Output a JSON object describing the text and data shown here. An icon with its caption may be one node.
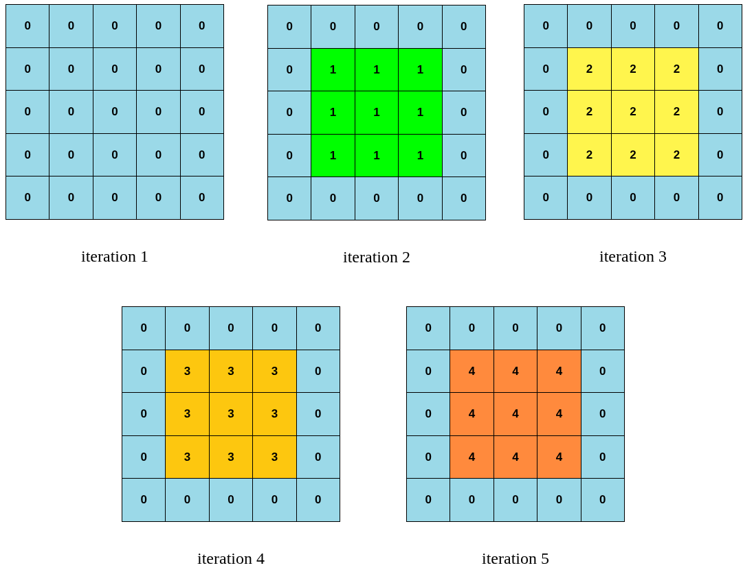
{
  "diagram": {
    "nodes": [
      {
        "text": [
          "iteration 1"
        ]
      },
      {
        "text": [
          "0"
        ],
        "in": 0
      },
      {
        "text": [
          "0"
        ],
        "in": 0
      },
      {
        "text": [
          "0"
        ],
        "in": 0
      },
      {
        "text": [
          "0"
        ],
        "in": 0
      },
      {
        "text": [
          "0"
        ],
        "in": 0
      },
      {
        "text": [
          "0"
        ],
        "in": 0
      },
      {
        "text": [
          "0"
        ],
        "in": 0
      },
      {
        "text": [
          "0"
        ],
        "in": 0
      },
      {
        "text": [
          "0"
        ],
        "in": 0
      },
      {
        "text": [
          "0"
        ],
        "in": 0
      },
      {
        "text": [
          "0"
        ],
        "in": 0
      },
      {
        "text": [
          "0"
        ],
        "in": 0
      },
      {
        "text": [
          "0"
        ],
        "in": 0
      },
      {
        "text": [
          "0"
        ],
        "in": 0
      },
      {
        "text": [
          "0"
        ],
        "in": 0
      },
      {
        "text": [
          "0"
        ],
        "in": 0
      },
      {
        "text": [
          "0"
        ],
        "in": 0
      },
      {
        "text": [
          "0"
        ],
        "in": 0
      },
      {
        "text": [
          "0"
        ],
        "in": 0
      },
      {
        "text": [
          "0"
        ],
        "in": 0
      },
      {
        "text": [
          "0"
        ],
        "in": 0
      },
      {
        "text": [
          "0"
        ],
        "in": 0
      },
      {
        "text": [
          "0"
        ],
        "in": 0
      },
      {
        "text": [
          "0"
        ],
        "in": 0
      },
      {
        "text": [
          "0"
        ],
        "in": 0
      },
      {
        "text": [
          "iteration 2"
        ]
      },
      {
        "text": [
          "0"
        ],
        "in": 26
      },
      {
        "text": [
          "0"
        ],
        "in": 26
      },
      {
        "text": [
          "0"
        ],
        "in": 26
      },
      {
        "text": [
          "0"
        ],
        "in": 26
      },
      {
        "text": [
          "0"
        ],
        "in": 26
      },
      {
        "text": [
          "0"
        ],
        "in": 26
      },
      {
        "text": [
          "1"
        ],
        "in": 26
      },
      {
        "text": [
          "1"
        ],
        "in": 26
      },
      {
        "text": [
          "1"
        ],
        "in": 26
      },
      {
        "text": [
          "0"
        ],
        "in": 26
      },
      {
        "text": [
          "0"
        ],
        "in": 26
      },
      {
        "text": [
          "1"
        ],
        "in": 26
      },
      {
        "text": [
          "1"
        ],
        "in": 26
      },
      {
        "text": [
          "1"
        ],
        "in": 26
      },
      {
        "text": [
          "0"
        ],
        "in": 26
      },
      {
        "text": [
          "0"
        ],
        "in": 26
      },
      {
        "text": [
          "1"
        ],
        "in": 26
      },
      {
        "text": [
          "1"
        ],
        "in": 26
      },
      {
        "text": [
          "1"
        ],
        "in": 26
      },
      {
        "text": [
          "0"
        ],
        "in": 26
      },
      {
        "text": [
          "0"
        ],
        "in": 26
      },
      {
        "text": [
          "0"
        ],
        "in": 26
      },
      {
        "text": [
          "0"
        ],
        "in": 26
      },
      {
        "text": [
          "0"
        ],
        "in": 26
      },
      {
        "text": [
          "0"
        ],
        "in": 26
      },
      {
        "text": [
          "iteration 3"
        ]
      },
      {
        "text": [
          "0"
        ],
        "in": 52
      },
      {
        "text": [
          "0"
        ],
        "in": 52
      },
      {
        "text": [
          "0"
        ],
        "in": 52
      },
      {
        "text": [
          "0"
        ],
        "in": 52
      },
      {
        "text": [
          "0"
        ],
        "in": 52
      },
      {
        "text": [
          "0"
        ],
        "in": 52
      },
      {
        "text": [
          "2"
        ],
        "in": 52
      },
      {
        "text": [
          "2"
        ],
        "in": 52
      },
      {
        "text": [
          "2"
        ],
        "in": 52
      },
      {
        "text": [
          "0"
        ],
        "in": 52
      },
      {
        "text": [
          "0"
        ],
        "in": 52
      },
      {
        "text": [
          "2"
        ],
        "in": 52
      },
      {
        "text": [
          "2"
        ],
        "in": 52
      },
      {
        "text": [
          "2"
        ],
        "in": 52
      },
      {
        "text": [
          "0"
        ],
        "in": 52
      },
      {
        "text": [
          "0"
        ],
        "in": 52
      },
      {
        "text": [
          "2"
        ],
        "in": 52
      },
      {
        "text": [
          "2"
        ],
        "in": 52
      },
      {
        "text": [
          "2"
        ],
        "in": 52
      },
      {
        "text": [
          "0"
        ],
        "in": 52
      },
      {
        "text": [
          "0"
        ],
        "in": 52
      },
      {
        "text": [
          "0"
        ],
        "in": 52
      },
      {
        "text": [
          "0"
        ],
        "in": 52
      },
      {
        "text": [
          "0"
        ],
        "in": 52
      },
      {
        "text": [
          "0"
        ],
        "in": 52
      },
      {
        "text": [
          "iteration 4"
        ]
      },
      {
        "text": [
          "0"
        ],
        "in": 78
      },
      {
        "text": [
          "0"
        ],
        "in": 78
      },
      {
        "text": [
          "0"
        ],
        "in": 78
      },
      {
        "text": [
          "0"
        ],
        "in": 78
      },
      {
        "text": [
          "0"
        ],
        "in": 78
      },
      {
        "text": [
          "0"
        ],
        "in": 78
      },
      {
        "text": [
          "3"
        ],
        "in": 78
      },
      {
        "text": [
          "3"
        ],
        "in": 78
      },
      {
        "text": [
          "3"
        ],
        "in": 78
      },
      {
        "text": [
          "0"
        ],
        "in": 78
      },
      {
        "text": [
          "0"
        ],
        "in": 78
      },
      {
        "text": [
          "3"
        ],
        "in": 78
      },
      {
        "text": [
          "3"
        ],
        "in": 78
      },
      {
        "text": [
          "3"
        ],
        "in": 78
      },
      {
        "text": [
          "0"
        ],
        "in": 78
      },
      {
        "text": [
          "0"
        ],
        "in": 78
      },
      {
        "text": [
          "3"
        ],
        "in": 78
      },
      {
        "text": [
          "3"
        ],
        "in": 78
      },
      {
        "text": [
          "3"
        ],
        "in": 78
      },
      {
        "text": [
          "0"
        ],
        "in": 78
      },
      {
        "text": [
          "0"
        ],
        "in": 78
      },
      {
        "text": [
          "0"
        ],
        "in": 78
      },
      {
        "text": [
          "0"
        ],
        "in": 78
      },
      {
        "text": [
          "0"
        ],
        "in": 78
      },
      {
        "text": [
          "0"
        ],
        "in": 78
      },
      {
        "text": [
          "iteration 5"
        ]
      },
      {
        "text": [
          "0"
        ],
        "in": 104
      },
      {
        "text": [
          "0"
        ],
        "in": 104
      },
      {
        "text": [
          "0"
        ],
        "in": 104
      },
      {
        "text": [
          "0"
        ],
        "in": 104
      },
      {
        "text": [
          "0"
        ],
        "in": 104
      },
      {
        "text": [
          "0"
        ],
        "in": 104
      },
      {
        "text": [
          "4"
        ],
        "in": 104
      },
      {
        "text": [
          "4"
        ],
        "in": 104
      },
      {
        "text": [
          "4"
        ],
        "in": 104
      },
      {
        "text": [
          "0"
        ],
        "in": 104
      },
      {
        "text": [
          "0"
        ],
        "in": 104
      },
      {
        "text": [
          "4"
        ],
        "in": 104
      },
      {
        "text": [
          "4"
        ],
        "in": 104
      },
      {
        "text": [
          "4"
        ],
        "in": 104
      },
      {
        "text": [
          "0"
        ],
        "in": 104
      },
      {
        "text": [
          "0"
        ],
        "in": 104
      },
      {
        "text": [
          "4"
        ],
        "in": 104
      },
      {
        "text": [
          "4"
        ],
        "in": 104
      },
      {
        "text": [
          "4"
        ],
        "in": 104
      },
      {
        "text": [
          "0"
        ],
        "in": 104
      },
      {
        "text": [
          "0"
        ],
        "in": 104
      },
      {
        "text": [
          "0"
        ],
        "in": 104
      },
      {
        "text": [
          "0"
        ],
        "in": 104
      },
      {
        "text": [
          "0"
        ],
        "in": 104
      },
      {
        "text": [
          "0"
        ],
        "in": 104
      }
    ]
  }
}
